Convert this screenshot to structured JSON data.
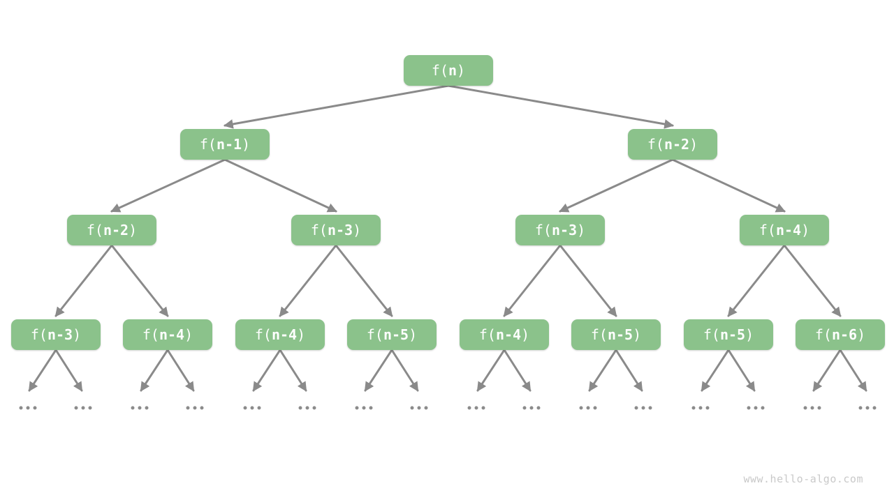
{
  "diagram": {
    "description": "Recursion tree of the Fibonacci-style recurrence f(n) = f(n-1) + f(n-2)",
    "leaf_label": "...",
    "nodes": [
      {
        "id": "f-n",
        "label": "f(n)",
        "pre": "f(",
        "arg": "n",
        "post": ")",
        "level": 1,
        "parent": null
      },
      {
        "id": "f-n-1",
        "label": "f(n-1)",
        "pre": "f(",
        "arg": "n-1",
        "post": ")",
        "level": 2,
        "parent": 0
      },
      {
        "id": "f-n-2",
        "label": "f(n-2)",
        "pre": "f(",
        "arg": "n-2",
        "post": ")",
        "level": 2,
        "parent": 0
      },
      {
        "id": "f-n-2-l3",
        "label": "f(n-2)",
        "pre": "f(",
        "arg": "n-2",
        "post": ")",
        "level": 3,
        "parent": 1
      },
      {
        "id": "f-n-3-l3a",
        "label": "f(n-3)",
        "pre": "f(",
        "arg": "n-3",
        "post": ")",
        "level": 3,
        "parent": 1
      },
      {
        "id": "f-n-3-l3b",
        "label": "f(n-3)",
        "pre": "f(",
        "arg": "n-3",
        "post": ")",
        "level": 3,
        "parent": 2
      },
      {
        "id": "f-n-4-l3",
        "label": "f(n-4)",
        "pre": "f(",
        "arg": "n-4",
        "post": ")",
        "level": 3,
        "parent": 2
      },
      {
        "id": "f-n-3-l4",
        "label": "f(n-3)",
        "pre": "f(",
        "arg": "n-3",
        "post": ")",
        "level": 4,
        "parent": 3
      },
      {
        "id": "f-n-4-l4a",
        "label": "f(n-4)",
        "pre": "f(",
        "arg": "n-4",
        "post": ")",
        "level": 4,
        "parent": 3
      },
      {
        "id": "f-n-4-l4b",
        "label": "f(n-4)",
        "pre": "f(",
        "arg": "n-4",
        "post": ")",
        "level": 4,
        "parent": 4
      },
      {
        "id": "f-n-5-l4a",
        "label": "f(n-5)",
        "pre": "f(",
        "arg": "n-5",
        "post": ")",
        "level": 4,
        "parent": 4
      },
      {
        "id": "f-n-4-l4c",
        "label": "f(n-4)",
        "pre": "f(",
        "arg": "n-4",
        "post": ")",
        "level": 4,
        "parent": 5
      },
      {
        "id": "f-n-5-l4b",
        "label": "f(n-5)",
        "pre": "f(",
        "arg": "n-5",
        "post": ")",
        "level": 4,
        "parent": 5
      },
      {
        "id": "f-n-5-l4c",
        "label": "f(n-5)",
        "pre": "f(",
        "arg": "n-5",
        "post": ")",
        "level": 4,
        "parent": 6
      },
      {
        "id": "f-n-6-l4",
        "label": "f(n-6)",
        "pre": "f(",
        "arg": "n-6",
        "post": ")",
        "level": 4,
        "parent": 6
      }
    ]
  },
  "watermark": {
    "text": "www.hello-algo.com"
  },
  "colors": {
    "background": "#FFFFFF",
    "node_fill": "#8BC28B",
    "node_text": "#FFFFFF",
    "edge": "#8A8A8A",
    "leaf_dots": "#8B8B8B",
    "watermark": "#C9C9C9"
  }
}
